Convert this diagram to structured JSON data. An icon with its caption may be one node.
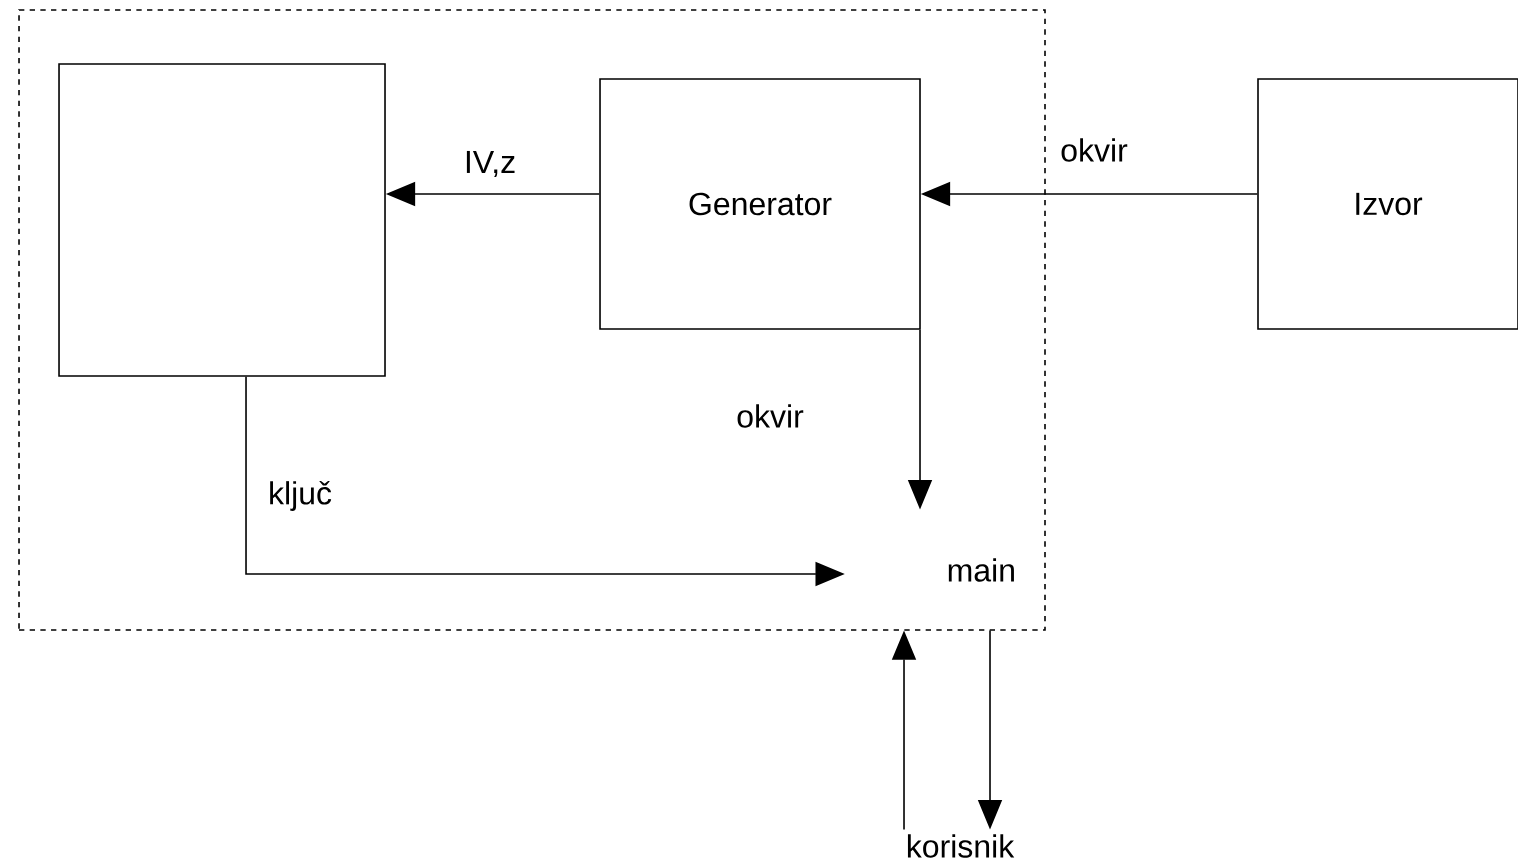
{
  "diagram": {
    "nodes": [
      {
        "text": [],
        "shape": "box"
      },
      {
        "text": [],
        "shape": "box",
        "in": 0
      },
      {
        "text": [
          "Generator"
        ],
        "in": 0
      },
      {
        "text": [
          "Izvor"
        ]
      },
      {
        "text": [
          "main"
        ],
        "in": 0
      },
      {
        "text": [
          "korisnik"
        ]
      }
    ],
    "edges": [
      {
        "from": 2,
        "to": 1,
        "arrow": "to",
        "label": "IV,z"
      },
      {
        "from": 3,
        "to": 2,
        "arrow": "to",
        "label": "okvir"
      },
      {
        "from": 2,
        "to": 4,
        "arrow": "to",
        "label": "okvir"
      },
      {
        "from": 1,
        "to": 4,
        "arrow": "to",
        "label": "ključ"
      },
      {
        "from": 5,
        "to": 4,
        "arrow": "to"
      },
      {
        "from": 4,
        "to": 5,
        "arrow": "to"
      }
    ]
  }
}
